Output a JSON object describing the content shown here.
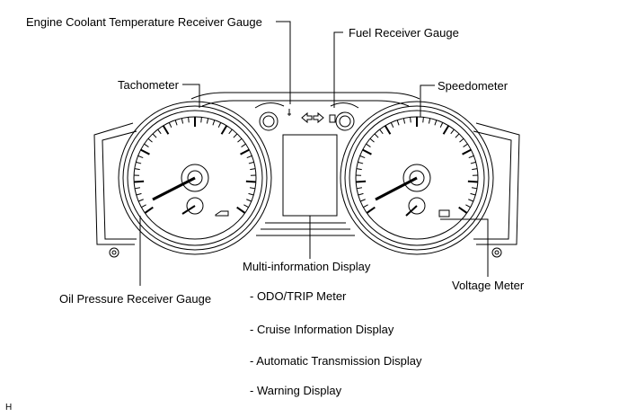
{
  "labels": {
    "engine_coolant": "Engine Coolant Temperature Receiver Gauge",
    "fuel": "Fuel Receiver Gauge",
    "tachometer": "Tachometer",
    "speedometer": "Speedometer",
    "multi_info": "Multi-information Display",
    "oil_pressure": "Oil Pressure Receiver Gauge",
    "voltage": "Voltage Meter"
  },
  "multi_info_items": [
    "- ODO/TRIP Meter",
    "- Cruise Information Display",
    "- Automatic Transmission Display",
    "- Warning Display"
  ],
  "corner_mark": "H",
  "icons": [
    "coolant-temp-icon",
    "fuel-pump-icon",
    "left-turn-arrow-icon",
    "right-turn-arrow-icon",
    "oil-can-icon",
    "battery-icon"
  ],
  "colors": {
    "line": "#000000",
    "background": "#ffffff"
  }
}
